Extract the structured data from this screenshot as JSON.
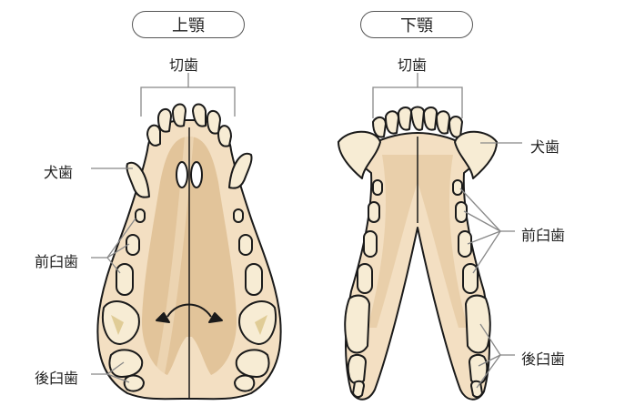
{
  "upper_jaw": {
    "title": "上顎",
    "labels": {
      "incisors": "切歯",
      "canine": "犬歯",
      "premolars": "前臼歯",
      "molars": "後臼歯"
    }
  },
  "lower_jaw": {
    "title": "下顎",
    "labels": {
      "incisors": "切歯",
      "canine": "犬歯",
      "premolars": "前臼歯",
      "molars": "後臼歯"
    }
  },
  "colors": {
    "bone": "#f3dfc2",
    "bone_dark": "#e2c49a",
    "tooth": "#f7ecd4",
    "tooth_shade": "#e0cc96",
    "outline": "#1a1a1a",
    "leader": "#888888"
  }
}
